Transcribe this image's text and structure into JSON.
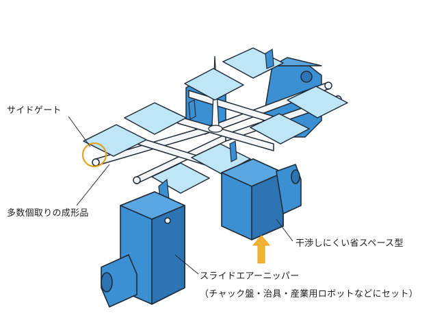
{
  "labels": {
    "side_gate": "サイドゲート",
    "molded_parts": "多数個取りの成形品",
    "compact_type": "干渉しにくい省スペース型",
    "air_nipper": "スライドエアーニッパー",
    "air_nipper_note": "（チャック盤・治具・産業用ロボットなどにセット）"
  },
  "colors": {
    "body_blue": "#3b8fd3",
    "body_blue_dark": "#2c74b3",
    "panel_light": "#bfe6f6",
    "runner_white": "#f4f6f8",
    "outline": "#1f2a36",
    "highlight_ring": "#e5a21c",
    "arrow_orange": "#f2b233"
  }
}
